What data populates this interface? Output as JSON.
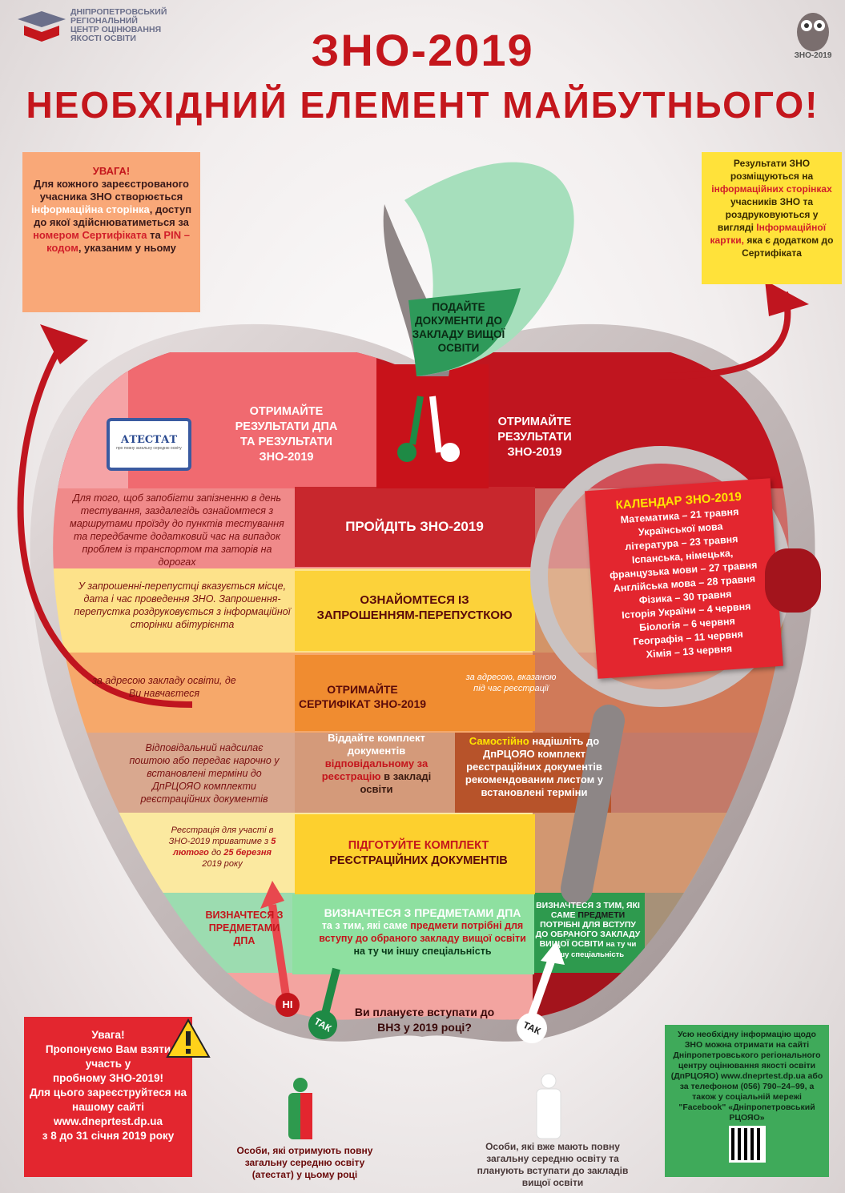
{
  "logo": {
    "line1": "ДНІПРОПЕТРОВСЬКИЙ",
    "line2": "РЕГІОНАЛЬНИЙ",
    "line3": "ЦЕНТР ОЦІНЮВАННЯ",
    "line4": "ЯКОСТІ ОСВІТИ"
  },
  "owl": {
    "label": "ЗНО-2019"
  },
  "title": {
    "line1": "ЗНО-2019",
    "line2": "НЕОБХІДНИЙ ЕЛЕМЕНТ МАЙБУТНЬОГО!"
  },
  "attention_box": {
    "heading": "УВАГА!",
    "p1": "Для кожного зареєстрованого учасника ЗНО створюється",
    "p2": "інформаційна сторінка",
    "p3": ", доступ до якої здійснюватиметься за",
    "p4": "номером Сертифіката",
    "p5": "та",
    "p6": "PIN – кодом",
    "p7": ", указаним у ньому"
  },
  "results_box": {
    "p1": "Результати ЗНО розміщуються на",
    "p2": "інформаційних сторінках",
    "p3": "учасників ЗНО та роздруковуються у вигляді",
    "p4": "Інформаційної картки,",
    "p5": "яка є додатком до Сертифіката"
  },
  "steps": {
    "submit_docs": "ПОДАЙТЕ ДОКУМЕНТИ ДО ЗАКЛАДУ ВИЩОЇ ОСВІТИ",
    "get_dpa_results_1": "ОТРИМАЙТЕ",
    "get_dpa_results_2": "РЕЗУЛЬТАТИ ДПА",
    "get_dpa_results_3": "ТА РЕЗУЛЬТАТИ",
    "get_dpa_results_4": "ЗНО-2019",
    "get_zno_results": "ОТРИМАЙТЕ РЕЗУЛЬТАТИ ЗНО-2019",
    "pass_zno": "ПРОЙДІТЬ ЗНО-2019",
    "invitation": "ОЗНАЙОМТЕСЯ ІЗ ЗАПРОШЕННЯМ-ПЕРЕПУСТКОЮ",
    "certificate": "ОТРИМАЙТЕ СЕРТИФІКАТ ЗНО-2019",
    "give_set_1": "Віддайте комплект документів",
    "give_set_2": "відповідальному за реєстрацію",
    "give_set_3": "в закладі освіти",
    "self_send_1": "Самостійно",
    "self_send_2": "надішліть до ДпРЦОЯО комплект реєстраційних документів рекомендованим листом у встановлені терміни",
    "prepare_1": "ПІДГОТУЙТЕ КОМПЛЕКТ",
    "prepare_2": "РЕЄСТРАЦІЙНИХ ДОКУМЕНТІВ",
    "subjects_main_1": "ВИЗНАЧТЕСЯ З ПРЕДМЕТАМИ ДПА",
    "subjects_main_2": "та з тим, які саме",
    "subjects_main_3": "предмети",
    "subjects_main_4": "потрібні для вступу до обраного закладу вищої освіти",
    "subjects_main_5": "на ту чи іншу спеціальність",
    "subjects_dpa": "ВИЗНАЧТЕСЯ З ПРЕДМЕТАМИ ДПА",
    "subjects_right_1": "ВИЗНАЧТЕСЯ З ТИМ, ЯКІ САМЕ",
    "subjects_right_2": "ПРЕДМЕТИ",
    "subjects_right_3": "ПОТРІБНІ ДЛЯ ВСТУПУ ДО ОБРАНОГО ЗАКЛАДУ ВИЩОЇ ОСВІТИ",
    "subjects_right_4": "на ту чи іншу спеціальність",
    "question": "Ви плануєте вступати до ВНЗ у 2019 році?",
    "no": "НІ",
    "yes_left": "ТАК",
    "yes_right": "ТАК"
  },
  "attestat": {
    "title": "АТЕСТАТ",
    "sub": "про повну загальну середню освіту"
  },
  "notes": {
    "route": "Для того, щоб запобігти запізненню в день тестування, заздалегідь ознайомтеся з маршрутами проїзду до пунктів тестування та передбачте додатковий час на випадок проблем із транспортом та заторів на дорогах",
    "invitation": "У запрошенні-перепустці вказується місце, дата і час проведення ЗНО. Запрошення-перепустка роздруковується з інформаційної сторінки абітурієнта",
    "school_address": "за адресою закладу освіти, де Ви навчаєтеся",
    "reg_address": "за адресою, вказаною під час реєстрації",
    "responsible": "Відповідальний надсилає поштою або передає нарочно у встановлені терміни до ДпРЦОЯО комплекти реєстраційних документів",
    "registration_1": "Реєстрація для участі в ЗНО-2019 триватиме з",
    "registration_2": "5 лютого",
    "registration_3": "до",
    "registration_4": "25 березня",
    "registration_5": "2019 року"
  },
  "calendar": {
    "heading": "КАЛЕНДАР ЗНО-2019",
    "items": [
      "Математика – 21 травня",
      "Української мова",
      "література – 23 травня",
      "Іспанська, німецька,",
      "французька мови – 27 травня",
      "Англійська мова – 28 травня",
      "Фізика – 30 травня",
      "Історія України – 4 червня",
      "Біологія – 6 червня",
      "Географія – 11 червня",
      "Хімія – 13 червня"
    ]
  },
  "trial_box": {
    "heading": "Увага!",
    "l1": "Пропонуємо Вам взяти участь у",
    "l2": "пробному ЗНО-2019!",
    "l3": "Для цього зареєструйтеся на нашому сайті",
    "l4": "www.dneprtest.dp.ua",
    "l5": "з 8 до 31 січня 2019 року"
  },
  "info_box": {
    "text": "Усю необхідну інформацію щодо ЗНО можна отримати на сайті Дніпропетровського регіонального центру оцінювання якості освіти (ДпРЦОЯО) www.dneprtest.dp.ua або за телефоном (056) 790–24–99, а також у соціальній мережі \"Facebook\" «Дніпропетровський РЦОЯО»"
  },
  "legend": {
    "graduates": "Особи, які отримують повну загальну середню освіту (атестат) у цьому році",
    "others": "Особи, які вже мають повну загальну середню освіту та планують вступати до закладів вищої освіти"
  },
  "colors": {
    "title": "#c4161c",
    "accent_red": "#e3262f",
    "yellow": "#ffe400",
    "green": "#2e8b57"
  }
}
